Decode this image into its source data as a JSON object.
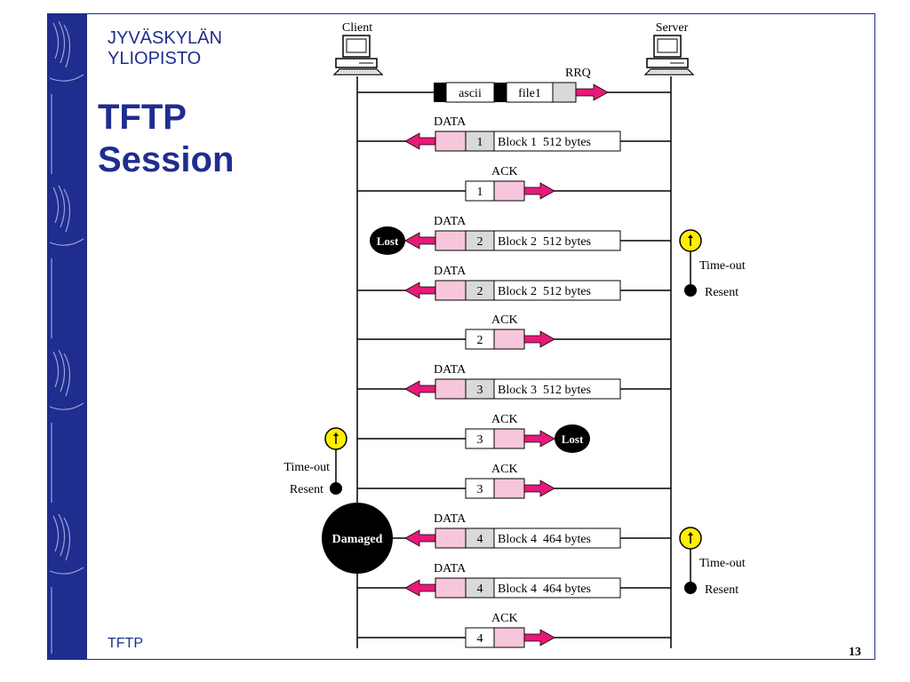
{
  "header": {
    "university_line1": "JYVÄSKYLÄN",
    "university_line2": "YLIOPISTO"
  },
  "title": {
    "line1": "TFTP",
    "line2": "Session"
  },
  "footer": {
    "label": "TFTP",
    "page_number": "13"
  },
  "colors": {
    "brand": "#1f2d8f",
    "arrow": "#e8197a",
    "packet_pink": "#f7c6da",
    "packet_gray": "#d9d9d9",
    "timer": "#ffee00"
  },
  "diagram": {
    "client_label": "Client",
    "server_label": "Server",
    "rrq": {
      "label": "RRQ",
      "mode": "ascii",
      "file": "file1"
    },
    "messages": [
      {
        "label": "DATA",
        "num": "1",
        "text": "Block 1  512 bytes"
      },
      {
        "label": "ACK",
        "num": "1"
      },
      {
        "label": "DATA",
        "num": "2",
        "text": "Block 2  512 bytes",
        "lost": "Lost",
        "server_timeout": "Time-out",
        "server_resent": "Resent"
      },
      {
        "label": "DATA",
        "num": "2",
        "text": "Block 2  512 bytes"
      },
      {
        "label": "ACK",
        "num": "2"
      },
      {
        "label": "DATA",
        "num": "3",
        "text": "Block 3  512 bytes"
      },
      {
        "label": "ACK",
        "num": "3",
        "lost": "Lost"
      },
      {
        "label": "ACK",
        "num": "3",
        "client_timeout": "Time-out",
        "client_resent": "Resent"
      },
      {
        "label": "DATA",
        "num": "4",
        "text": "Block 4  464 bytes",
        "damaged": "Damaged",
        "server_timeout": "Time-out",
        "server_resent": "Resent"
      },
      {
        "label": "DATA",
        "num": "4",
        "text": "Block 4  464 bytes"
      },
      {
        "label": "ACK",
        "num": "4"
      }
    ]
  }
}
